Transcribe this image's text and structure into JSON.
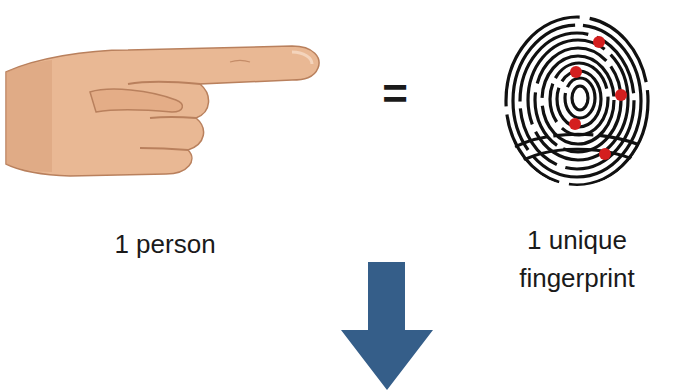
{
  "diagram": {
    "labels": [
      "=",
      "1 person",
      "1 unique fingerprint"
    ]
  }
}
